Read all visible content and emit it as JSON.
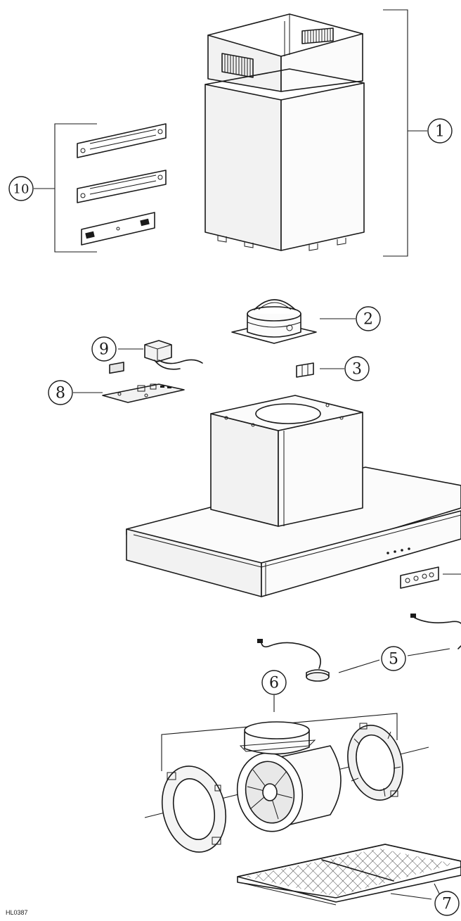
{
  "callouts": {
    "c1": "1",
    "c2": "2",
    "c3": "3",
    "c5": "5",
    "c6": "6",
    "c7": "7",
    "c8": "8",
    "c9": "9",
    "c10": "10"
  },
  "drawing_code": "HL0387",
  "colors": {
    "ink": "#1a1a1a",
    "background": "#ffffff"
  }
}
